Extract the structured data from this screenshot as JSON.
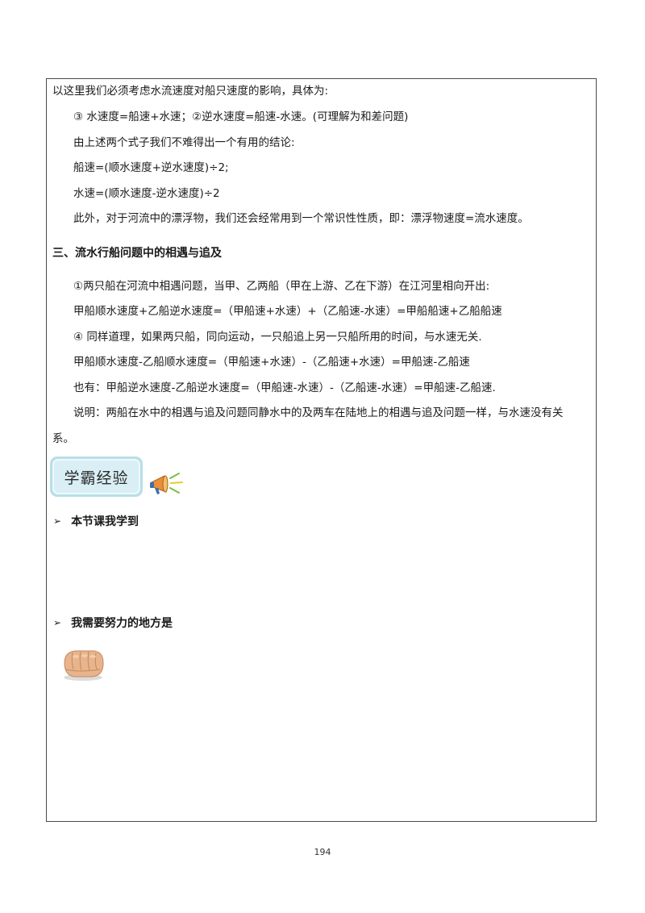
{
  "section_two_tail": {
    "intro_line": "以这里我们必须考虑水流速度对船只速度的影响，具体为:",
    "formula_line": "③  水速度=船速+水速；②逆水速度=船速-水速。(可理解为和差问题)",
    "conclusion_intro": "由上述两个式子我们不难得出一个有用的结论:",
    "boat_speed": "船速=(顺水速度+逆水速度)÷2;",
    "water_speed": "水速=(顺水速度-逆水速度)÷2",
    "floating_note": "此外，对于河流中的漂浮物，我们还会经常用到一个常识性性质，即：漂浮物速度=流水速度。"
  },
  "section_three": {
    "heading": "三、流水行船问题中的相遇与追及",
    "meeting_intro": "①两只船在河流中相遇问题，当甲、乙两船（甲在上游、乙在下游）在江河里相向开出:",
    "meeting_formula": "甲船顺水速度+乙船逆水速度=（甲船速+水速）+（乙船速-水速）=甲船船速+乙船船速",
    "chase_intro": "④  同样道理，如果两只船，同向运动，一只船追上另一只船所用的时间，与水速无关.",
    "chase_formula_1": "甲船顺水速度-乙船顺水速度=（甲船速+水速）-（乙船速+水速）=甲船速-乙船速",
    "chase_formula_2": "也有：甲船逆水速度-乙船逆水速度=（甲船速-水速）-（乙船速-水速）=甲船速-乙船速.",
    "explanation_line_1": "说明：两船在水中的相遇与追及问题同静水中的及两车在陆地上的相遇与追及问题一样，与水速没有关",
    "explanation_line_2": "系。"
  },
  "experience": {
    "badge_label": "学霸经验",
    "badge_icon": "megaphone-icon",
    "learned_label": "本节课我学到",
    "improve_label": "我需要努力的地方是",
    "improve_icon": "fist-icon",
    "bullet_glyph": "➢"
  },
  "footer": {
    "page_number": "194"
  },
  "colors": {
    "badge_outer": "#b7dfe9",
    "badge_inner": "#d9eff5",
    "frame_border": "#4a4a4a"
  }
}
